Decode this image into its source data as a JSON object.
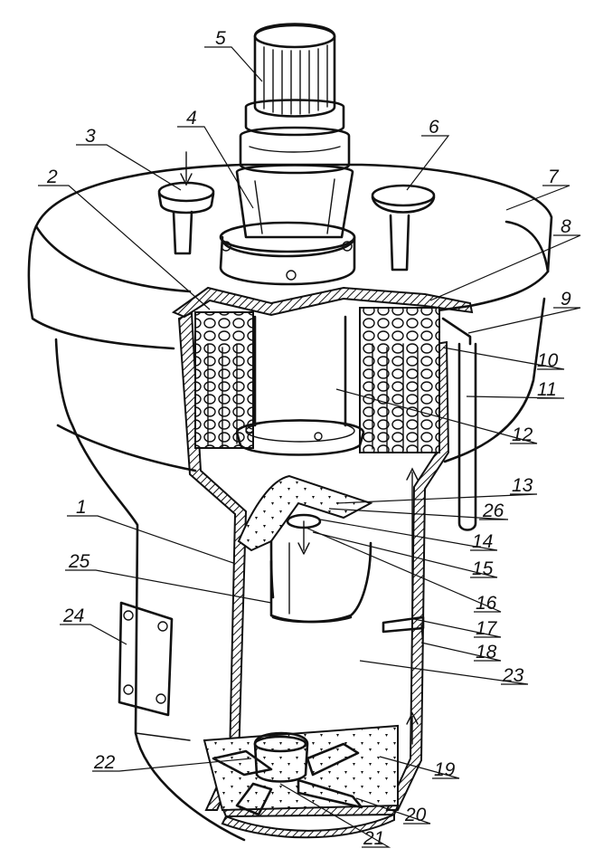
{
  "diagram": {
    "labels": {
      "n1": "1",
      "n2": "2",
      "n3": "3",
      "n4": "4",
      "n5": "5",
      "n6": "6",
      "n7": "7",
      "n8": "8",
      "n9": "9",
      "n10": "10",
      "n11": "11",
      "n12": "12",
      "n13": "13",
      "n14": "14",
      "n15": "15",
      "n16": "16",
      "n17": "17",
      "n18": "18",
      "n19": "19",
      "n20": "20",
      "n21": "21",
      "n22": "22",
      "n23": "23",
      "n24": "24",
      "n25": "25",
      "n26": "26"
    }
  }
}
